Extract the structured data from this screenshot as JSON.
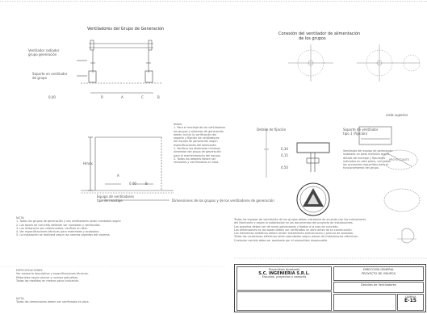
{
  "top_left": {
    "title": "Ventiladores del Grupo de Generación",
    "label_a": "Ventilador radiador",
    "label_a2": "grupo generación",
    "label_b": "Soporte en ventilador",
    "label_b2": "de grupo",
    "dims": [
      "0,00",
      "R",
      "A",
      "C",
      "B"
    ]
  },
  "top_right": {
    "title": "Conexión del ventilador de alimentación",
    "subtitle": "de los grupos",
    "note": "vista superior"
  },
  "mid_left": {
    "dims": [
      "A",
      "B",
      "Hmax",
      "0,00"
    ],
    "foot": "Equipo de ventiladores",
    "foot2": "tipo de montaje",
    "caption": "Dimensiones de los grupos y de los ventiladores de generación"
  },
  "mid_notes": [
    "Notas:",
    "1. Para el montaje de los ventiladores",
    "los grupos y sistemas de generación",
    "deben incluir la verificación del",
    "soporte y fijación de ventiladores",
    "del equipo de generación según",
    "especificaciones del fabricante.",
    "2. Verificar las distancias mínimas",
    "alrededor del grupo de generación",
    "para el mantenimiento del equipo.",
    "3. Todos los detalles deben ser",
    "revisados y confirmados en obra."
  ],
  "mid_center": {
    "label": "Detalle de fijación",
    "dims": [
      "0,30",
      "0,15",
      "0,50"
    ]
  },
  "mid_right": {
    "label": "Soporte de ventilador",
    "label2": "tipo 1 (fijación)",
    "stamp": "PROYECTANTE",
    "note_lines": [
      "Ventilador del equipo de generación",
      "instalado en base metálica según",
      "detalle de montaje y fijaciones",
      "indicadas en este plano, con todos",
      "los accesorios requeridos para el",
      "funcionamiento del grupo."
    ]
  },
  "notes_bottom_center": [
    "Todos los equipos de ventilación de los grupos deben instalarse de acuerdo con las indicaciones",
    "del fabricante y según lo establecido en los documentos del proyecto de instalaciones.",
    "Los soportes deben ser de acero galvanizado y fijados a la losa de concreto.",
    "Las dimensiones de las bases deben ser verificadas en obra antes de su construcción.",
    "Los elementos metálicos deben recibir tratamiento anticorrosivo y pintura de acabado.",
    "Todas las conexiones eléctricas serán ejecutadas según planos de instalaciones eléctricas.",
    "Cualquier cambio debe ser aprobado por el proyectista responsable."
  ],
  "left_notes": [
    "NOTA:",
    "1. Todos los grupos de generación y sus ventiladores serán montados según planos.",
    "2. Las bases de concreto deberán ser niveladas y verificadas.",
    "3. Las distancias son referenciales, verificar en sitio.",
    "4. Ver especificaciones técnicas para materiales y acabados.",
    "5. La instalación se realizará según las normas vigentes del sistema."
  ],
  "left_notes2": [
    "ESPECIFICACIONES:",
    "Ver memoria descriptiva y especificaciones técnicas.",
    "Materiales según planos y normas aplicables.",
    "Todas las medidas en metros salvo indicación."
  ],
  "left_notes3": [
    "NOTA:",
    "Todas las dimensiones deben ser verificadas en obra."
  ],
  "title_block": {
    "company_header": "Proyectista Aprobado",
    "company": "S.C. INGENIERIA S.R.L.",
    "company_sub": "Estudios, proyectos y asesoría",
    "project_1": "DIRECCION GENERAL",
    "project_2": "PROYECTO DE GRUPOS",
    "drawing_title": "Detalles de Ventiladores",
    "sheet_label": "LÁMINA",
    "sheet_no": "E-15"
  }
}
